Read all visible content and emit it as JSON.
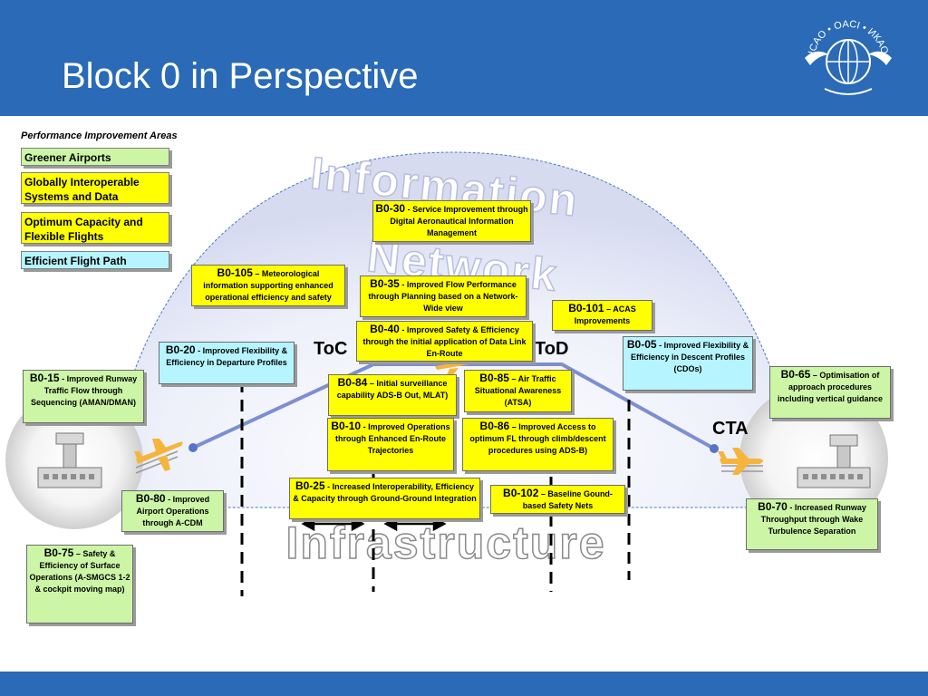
{
  "title": "Block 0 in Perspective",
  "logo": {
    "text": "ICAO • OACI • ИКАО"
  },
  "legend": {
    "title": "Performance Improvement Areas",
    "items": [
      {
        "label": "Greener Airports",
        "color": "#ccf5a6"
      },
      {
        "label": "Globally Interoperable Systems and Data",
        "color": "#ffff00"
      },
      {
        "label": "Optimum Capacity and Flexible Flights",
        "color": "#ffff00"
      },
      {
        "label": "Efficient Flight Path",
        "color": "#b6f5ff"
      }
    ]
  },
  "layers": {
    "top": "Information",
    "middle": "Network",
    "bottom": "Infrastructure"
  },
  "markers": {
    "toc": "ToC",
    "tod": "ToD",
    "cta": "CTA"
  },
  "modules": {
    "b0_30": {
      "code": "B0-30",
      "sep": " - ",
      "desc": "Service Improvement through Digital Aeronautical Information Management"
    },
    "b0_105": {
      "code": "B0-105",
      "sep": " – ",
      "desc": "Meteorological information supporting enhanced operational efficiency and safety"
    },
    "b0_35": {
      "code": "B0-35",
      "sep": " - ",
      "desc": "Improved Flow Performance through Planning based on a Network-Wide view"
    },
    "b0_101": {
      "code": "B0-101",
      "sep": " – ",
      "desc": "ACAS Improvements"
    },
    "b0_40": {
      "code": "B0-40",
      "sep": " - ",
      "desc": "Improved Safety & Efficiency through the initial application of Data Link En-Route"
    },
    "b0_20": {
      "code": "B0-20",
      "sep": " - ",
      "desc": "Improved Flexibility & Efficiency in Departure Profiles"
    },
    "b0_05": {
      "code": "B0-05",
      "sep": " - ",
      "desc": "Improved Flexibility & Efficiency in Descent Profiles (CDOs)"
    },
    "b0_15": {
      "code": "B0-15",
      "sep": " - ",
      "desc": "Improved Runway Traffic Flow through Sequencing (AMAN/DMAN)"
    },
    "b0_84": {
      "code": "B0-84",
      "sep": " – ",
      "desc": "Initial surveillance capability ADS-B Out, MLAT)"
    },
    "b0_85": {
      "code": "B0-85",
      "sep": " – ",
      "desc": "Air Traffic Situational Awareness (ATSA)"
    },
    "b0_65": {
      "code": "B0-65",
      "sep": " – ",
      "desc": "Optimisation of approach procedures including vertical guidance"
    },
    "b0_10": {
      "code": "B0-10",
      "sep": " - ",
      "desc": "Improved Operations through Enhanced En-Route Trajectories"
    },
    "b0_86": {
      "code": "B0-86",
      "sep": " – ",
      "desc": "Improved Access to optimum FL through climb/descent procedures using ADS-B)"
    },
    "b0_25": {
      "code": "B0-25",
      "sep": " - ",
      "desc": "Increased Interoperability, Efficiency & Capacity through Ground-Ground Integration"
    },
    "b0_102": {
      "code": "B0-102",
      "sep": " – ",
      "desc": "Baseline Gound-based Safety Nets"
    },
    "b0_80": {
      "code": "B0-80",
      "sep": " - ",
      "desc": "Improved Airport Operations through A-CDM"
    },
    "b0_70": {
      "code": "B0-70",
      "sep": " - ",
      "desc": "Increased Runway Throughput through Wake Turbulence Separation"
    },
    "b0_75": {
      "code": "B0-75",
      "sep": " – ",
      "desc": "Safety & Efficiency of Surface Operations (A-SMGCS 1-2 & cockpit moving map)"
    }
  },
  "colors": {
    "header": "#2a6ab7",
    "green": "#ccf5a6",
    "yellow": "#ffff00",
    "cyan": "#b6f5ff",
    "flight_path": "#7b8fd1",
    "plane": "#f5b53a"
  }
}
